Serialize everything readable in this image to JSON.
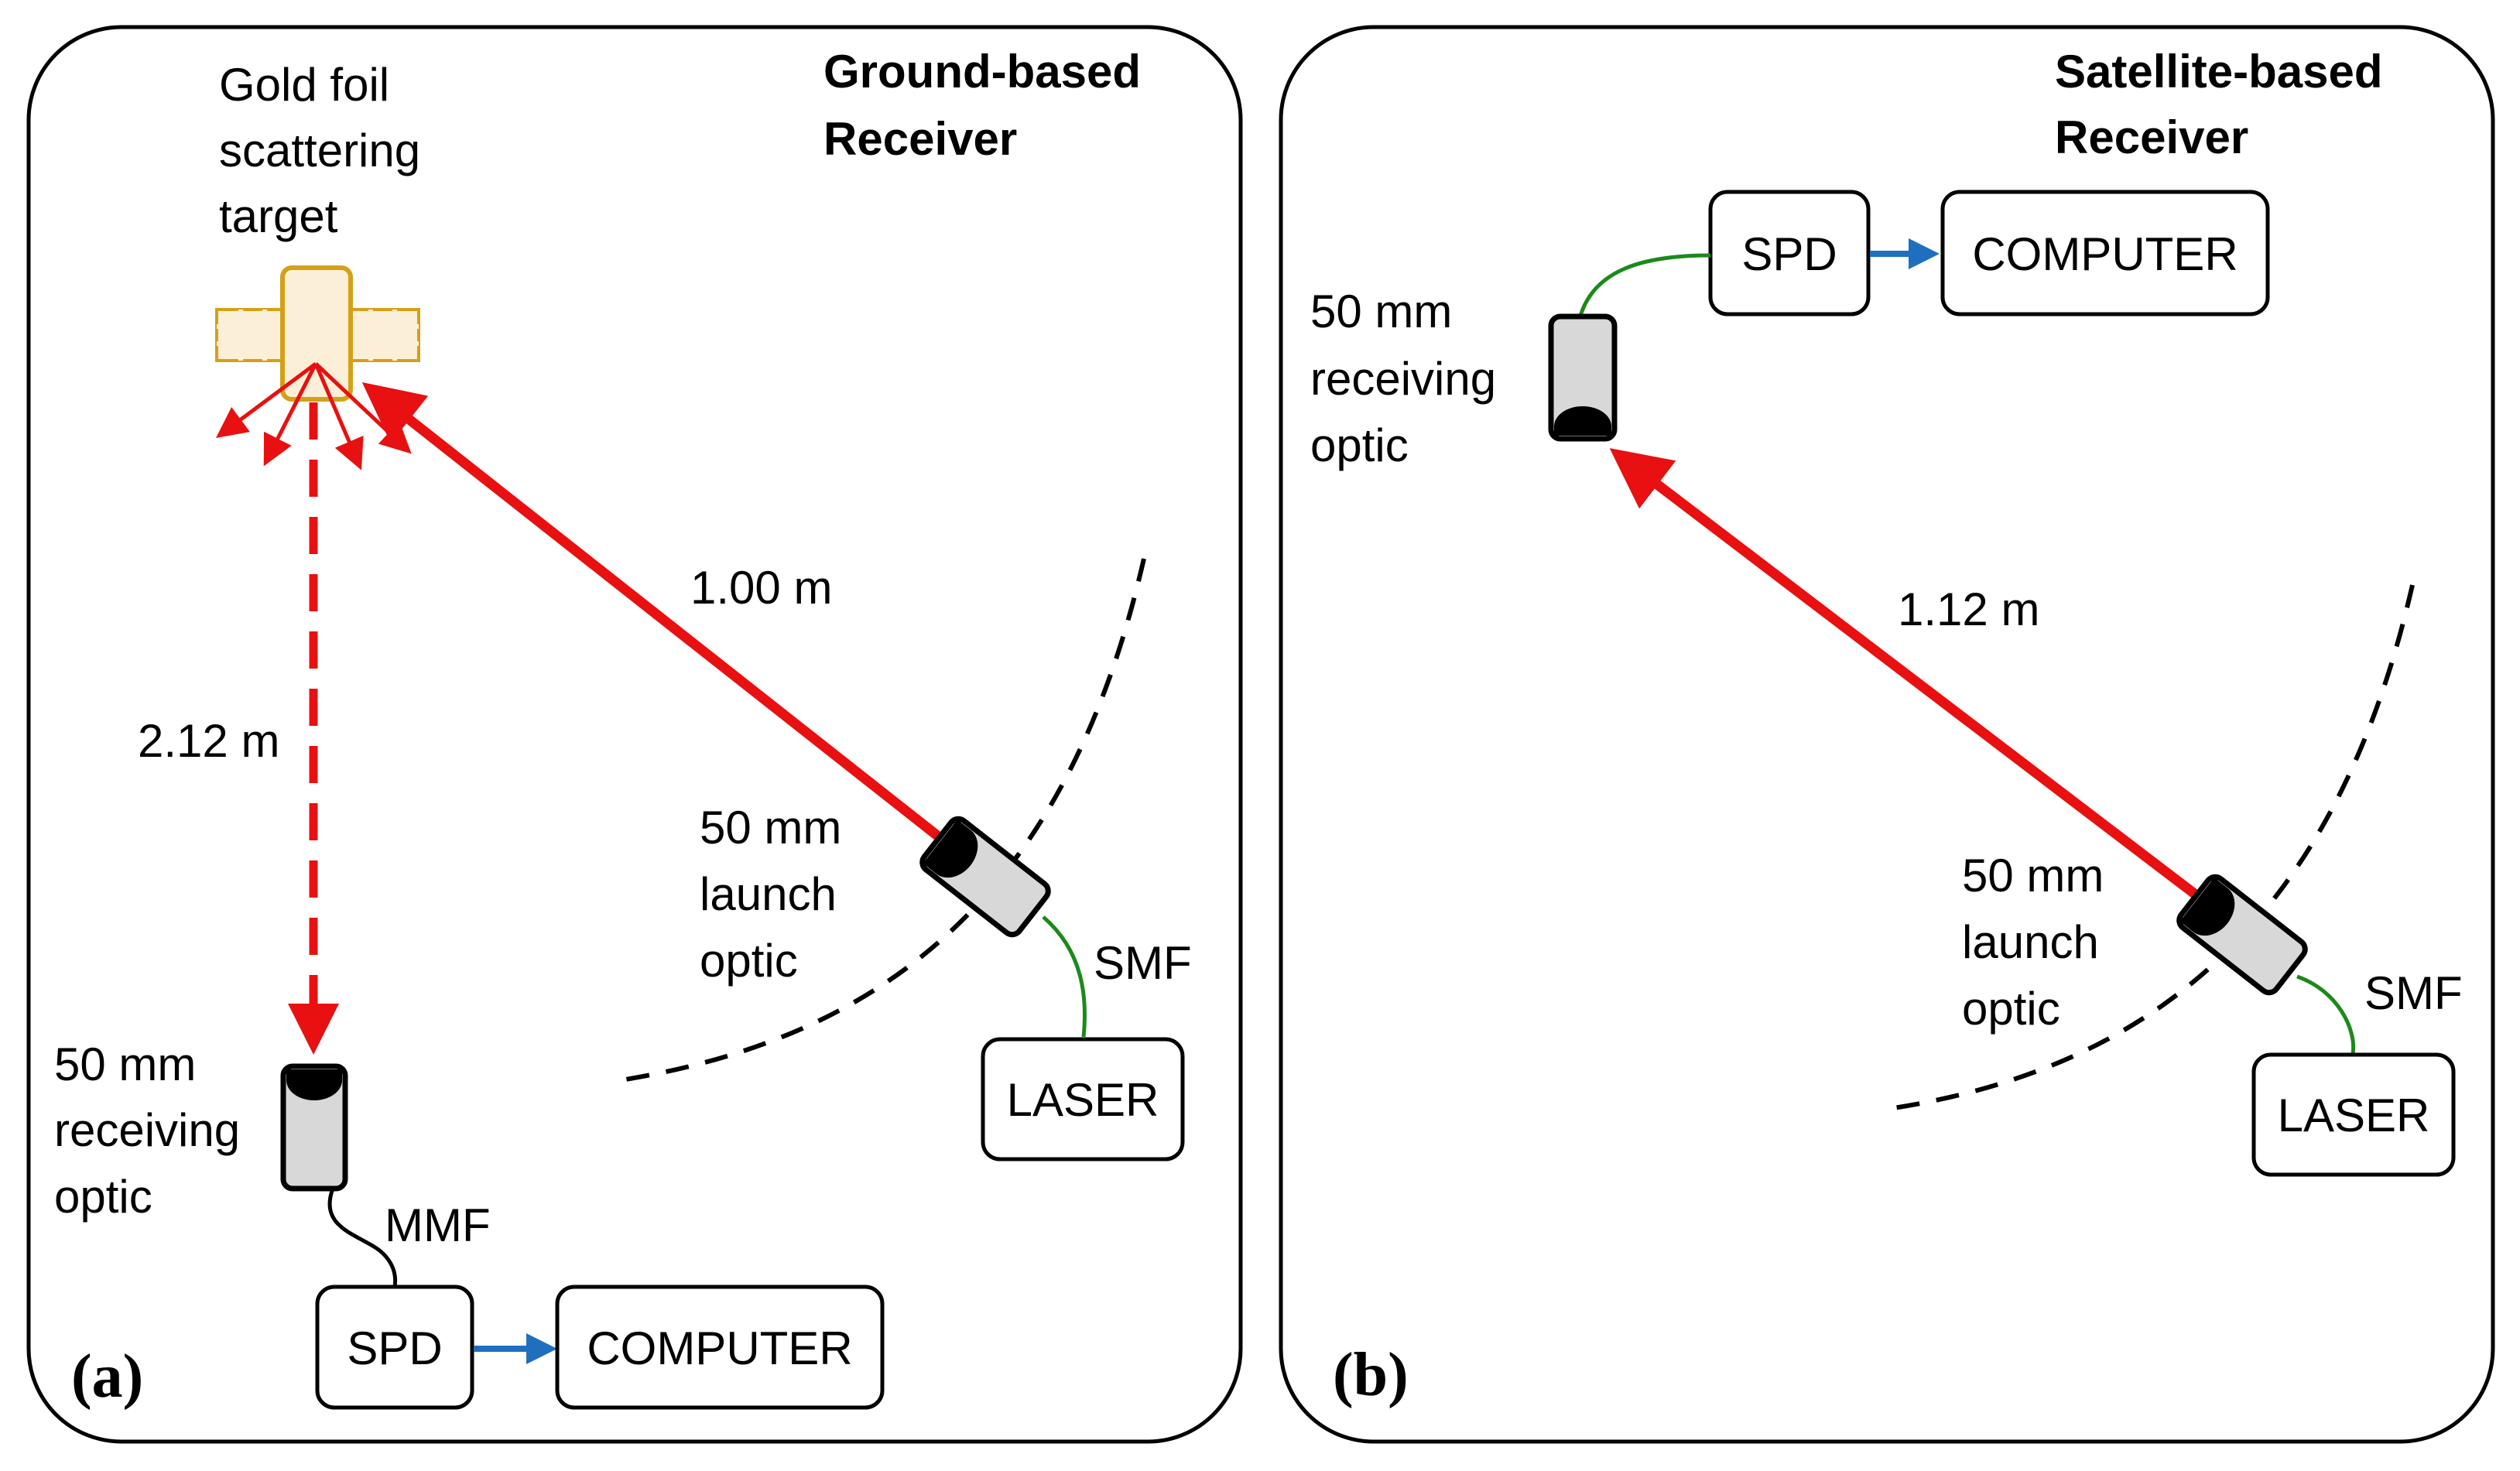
{
  "panels": [
    {
      "id": "a",
      "panel_label": "(a)",
      "title": [
        "Ground-based",
        "Receiver"
      ],
      "target_label": [
        "Gold foil",
        "scattering",
        "target"
      ],
      "distance_launch": "1.00 m",
      "distance_receive": "2.12 m",
      "launch_optic_label": [
        "50 mm",
        "launch",
        "optic"
      ],
      "receiving_optic_label": [
        "50 mm",
        "receiving",
        "optic"
      ],
      "fiber_laser": "SMF",
      "fiber_receiver": "MMF",
      "laser_box": "LASER",
      "spd_box": "SPD",
      "computer_box": "COMPUTER"
    },
    {
      "id": "b",
      "panel_label": "(b)",
      "title": [
        "Satellite-based",
        "Receiver"
      ],
      "distance_launch": "1.12 m",
      "launch_optic_label": [
        "50 mm",
        "launch",
        "optic"
      ],
      "receiving_optic_label": [
        "50 mm",
        "receiving",
        "optic"
      ],
      "fiber_laser": "SMF",
      "laser_box": "LASER",
      "spd_box": "SPD",
      "computer_box": "COMPUTER"
    }
  ],
  "colors": {
    "beam": "#e81010",
    "fiber_single_mode": "#1b8a1b",
    "fiber_multi_mode": "#000000",
    "signal_arrow": "#1f6fbf",
    "optic_body": "#d8d8d8",
    "satellite_body": "#fbf0d7",
    "satellite_outline": "#d4a017"
  }
}
